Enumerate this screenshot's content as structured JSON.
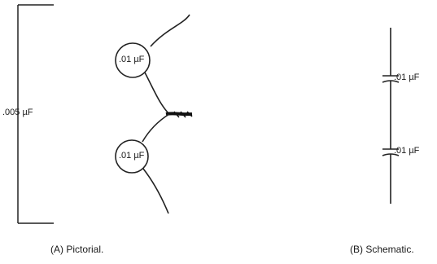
{
  "pictorial": {
    "total_label": ".005 µF",
    "cap_top_label": ".01 µF",
    "cap_bottom_label": ".01 µF",
    "caption": "(A) Pictorial."
  },
  "schematic": {
    "cap_top_label": ".01 µF",
    "cap_bottom_label": ".01 µF",
    "caption": "(B) Schematic."
  }
}
